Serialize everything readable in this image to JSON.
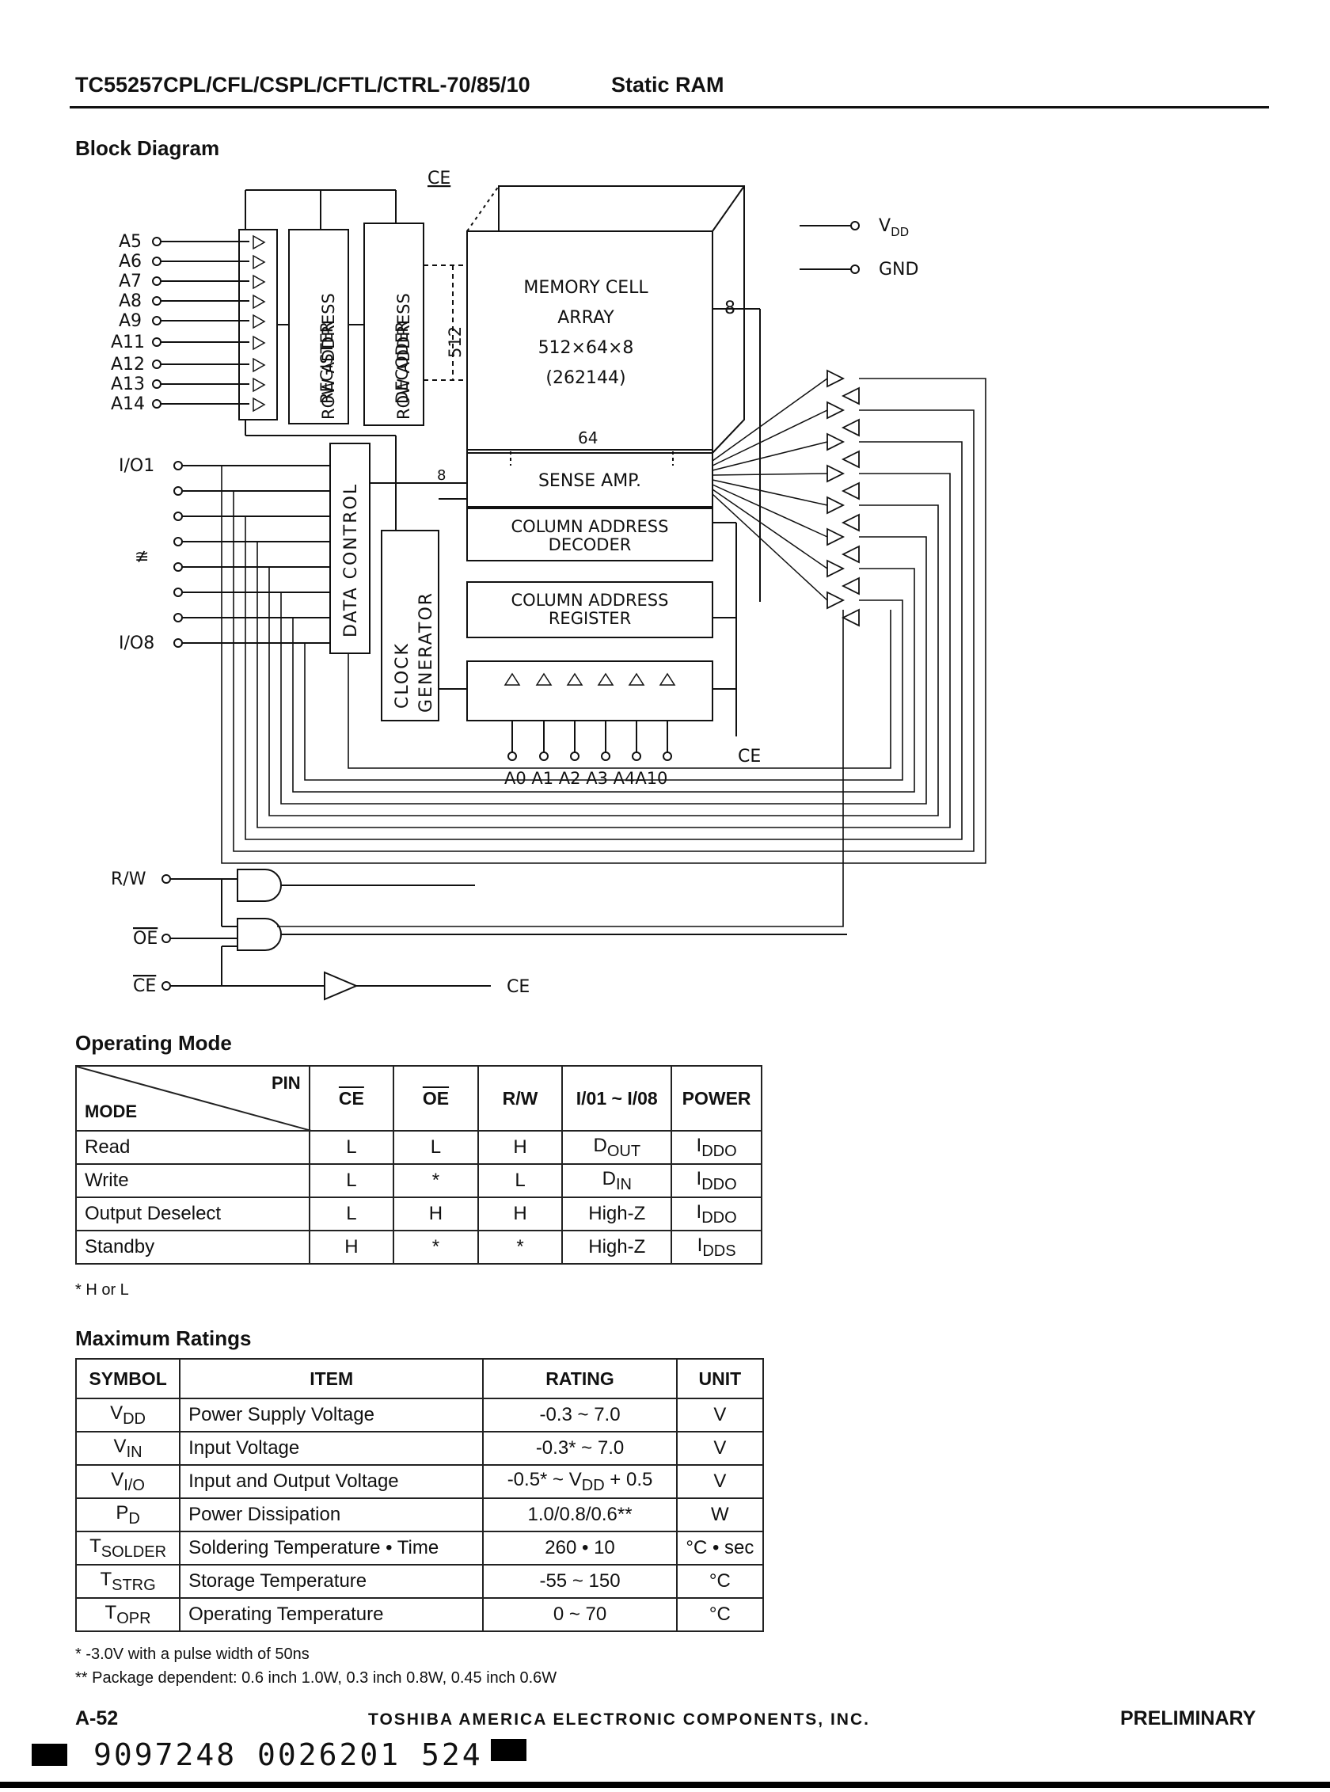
{
  "header": {
    "part_number": "TC55257CPL/CFL/CSPL/CFTL/CTRL-70/85/10",
    "doc_type": "Static RAM"
  },
  "block_diagram": {
    "title": "Block Diagram",
    "row_address_pins": [
      "A5",
      "A6",
      "A7",
      "A8",
      "A9",
      "A11",
      "A12",
      "A13",
      "A14"
    ],
    "column_address_pins": "A0 A1 A2 A3 A4A10",
    "io_top": "I/O1",
    "io_mid": "≇",
    "io_bottom": "I/O8",
    "ce_top": "CE",
    "ce_right": "CE",
    "ce_out": "CE",
    "vdd": "V",
    "vdd_sub": "DD",
    "gnd": "GND",
    "row_address_register": [
      "ROW ADDRESS",
      "REGISTER"
    ],
    "row_address_decoder": [
      "ROW ADDRESS",
      "DECODER"
    ],
    "bus_512": "512",
    "memory_cell_array": [
      "MEMORY CELL",
      "ARRAY",
      "512×64×8",
      "(262144)"
    ],
    "bus_8_right": "8",
    "bus_64": "64",
    "bus_8_sense": "8",
    "sense_amp": "SENSE AMP.",
    "column_address_decoder": [
      "COLUMN ADDRESS",
      "DECODER"
    ],
    "column_address_register": [
      "COLUMN ADDRESS",
      "REGISTER"
    ],
    "data_control": "DATA CONTROL",
    "clock_generator": [
      "CLOCK",
      "GENERATOR"
    ],
    "rw_label": "R/W",
    "oe_label": "OE",
    "ce_label": "CE"
  },
  "operating_mode": {
    "title": "Operating Mode",
    "corner_pin": "PIN",
    "corner_mode": "MODE",
    "columns": [
      "CE",
      "OE",
      "R/W",
      "I/01 ~ I/08",
      "POWER"
    ],
    "rows": [
      {
        "mode": "Read",
        "ce": "L",
        "oe": "L",
        "rw": "H",
        "io": "D",
        "io_sub": "OUT",
        "power": "I",
        "power_sub": "DDO"
      },
      {
        "mode": "Write",
        "ce": "L",
        "oe": "*",
        "rw": "L",
        "io": "D",
        "io_sub": "IN",
        "power": "I",
        "power_sub": "DDO"
      },
      {
        "mode": "Output Deselect",
        "ce": "L",
        "oe": "H",
        "rw": "H",
        "io": "High-Z",
        "io_sub": "",
        "power": "I",
        "power_sub": "DDO"
      },
      {
        "mode": "Standby",
        "ce": "H",
        "oe": "*",
        "rw": "*",
        "io": "High-Z",
        "io_sub": "",
        "power": "I",
        "power_sub": "DDS"
      }
    ],
    "footnote": "* H or L"
  },
  "maximum_ratings": {
    "title": "Maximum Ratings",
    "columns": [
      "SYMBOL",
      "ITEM",
      "RATING",
      "UNIT"
    ],
    "rows": [
      {
        "sym": "V",
        "sub": "DD",
        "item": "Power Supply Voltage",
        "rating": "-0.3 ~ 7.0",
        "unit": "V"
      },
      {
        "sym": "V",
        "sub": "IN",
        "item": "Input Voltage",
        "rating": "-0.3* ~ 7.0",
        "unit": "V"
      },
      {
        "sym": "V",
        "sub": "I/O",
        "item": "Input and Output Voltage",
        "rating": "-0.5* ~ V",
        "rating_sub": "DD",
        "rating_tail": " + 0.5",
        "unit": "V"
      },
      {
        "sym": "P",
        "sub": "D",
        "item": "Power Dissipation",
        "rating": "1.0/0.8/0.6**",
        "unit": "W"
      },
      {
        "sym": "T",
        "sub": "SOLDER",
        "item": "Soldering Temperature • Time",
        "rating": "260 • 10",
        "unit": "°C • sec"
      },
      {
        "sym": "T",
        "sub": "STRG",
        "item": "Storage Temperature",
        "rating": "-55 ~ 150",
        "unit": "°C"
      },
      {
        "sym": "T",
        "sub": "OPR",
        "item": "Operating Temperature",
        "rating": "0 ~ 70",
        "unit": "°C"
      }
    ],
    "footnote1": "*   -3.0V with a pulse width of 50ns",
    "footnote2": "**  Package dependent: 0.6 inch 1.0W, 0.3 inch 0.8W, 0.45 inch 0.6W"
  },
  "footer": {
    "page": "A-52",
    "company": "TOSHIBA AMERICA ELECTRONIC COMPONENTS, INC.",
    "status": "PRELIMINARY",
    "barcode_text": "9097248 0026201 524"
  }
}
